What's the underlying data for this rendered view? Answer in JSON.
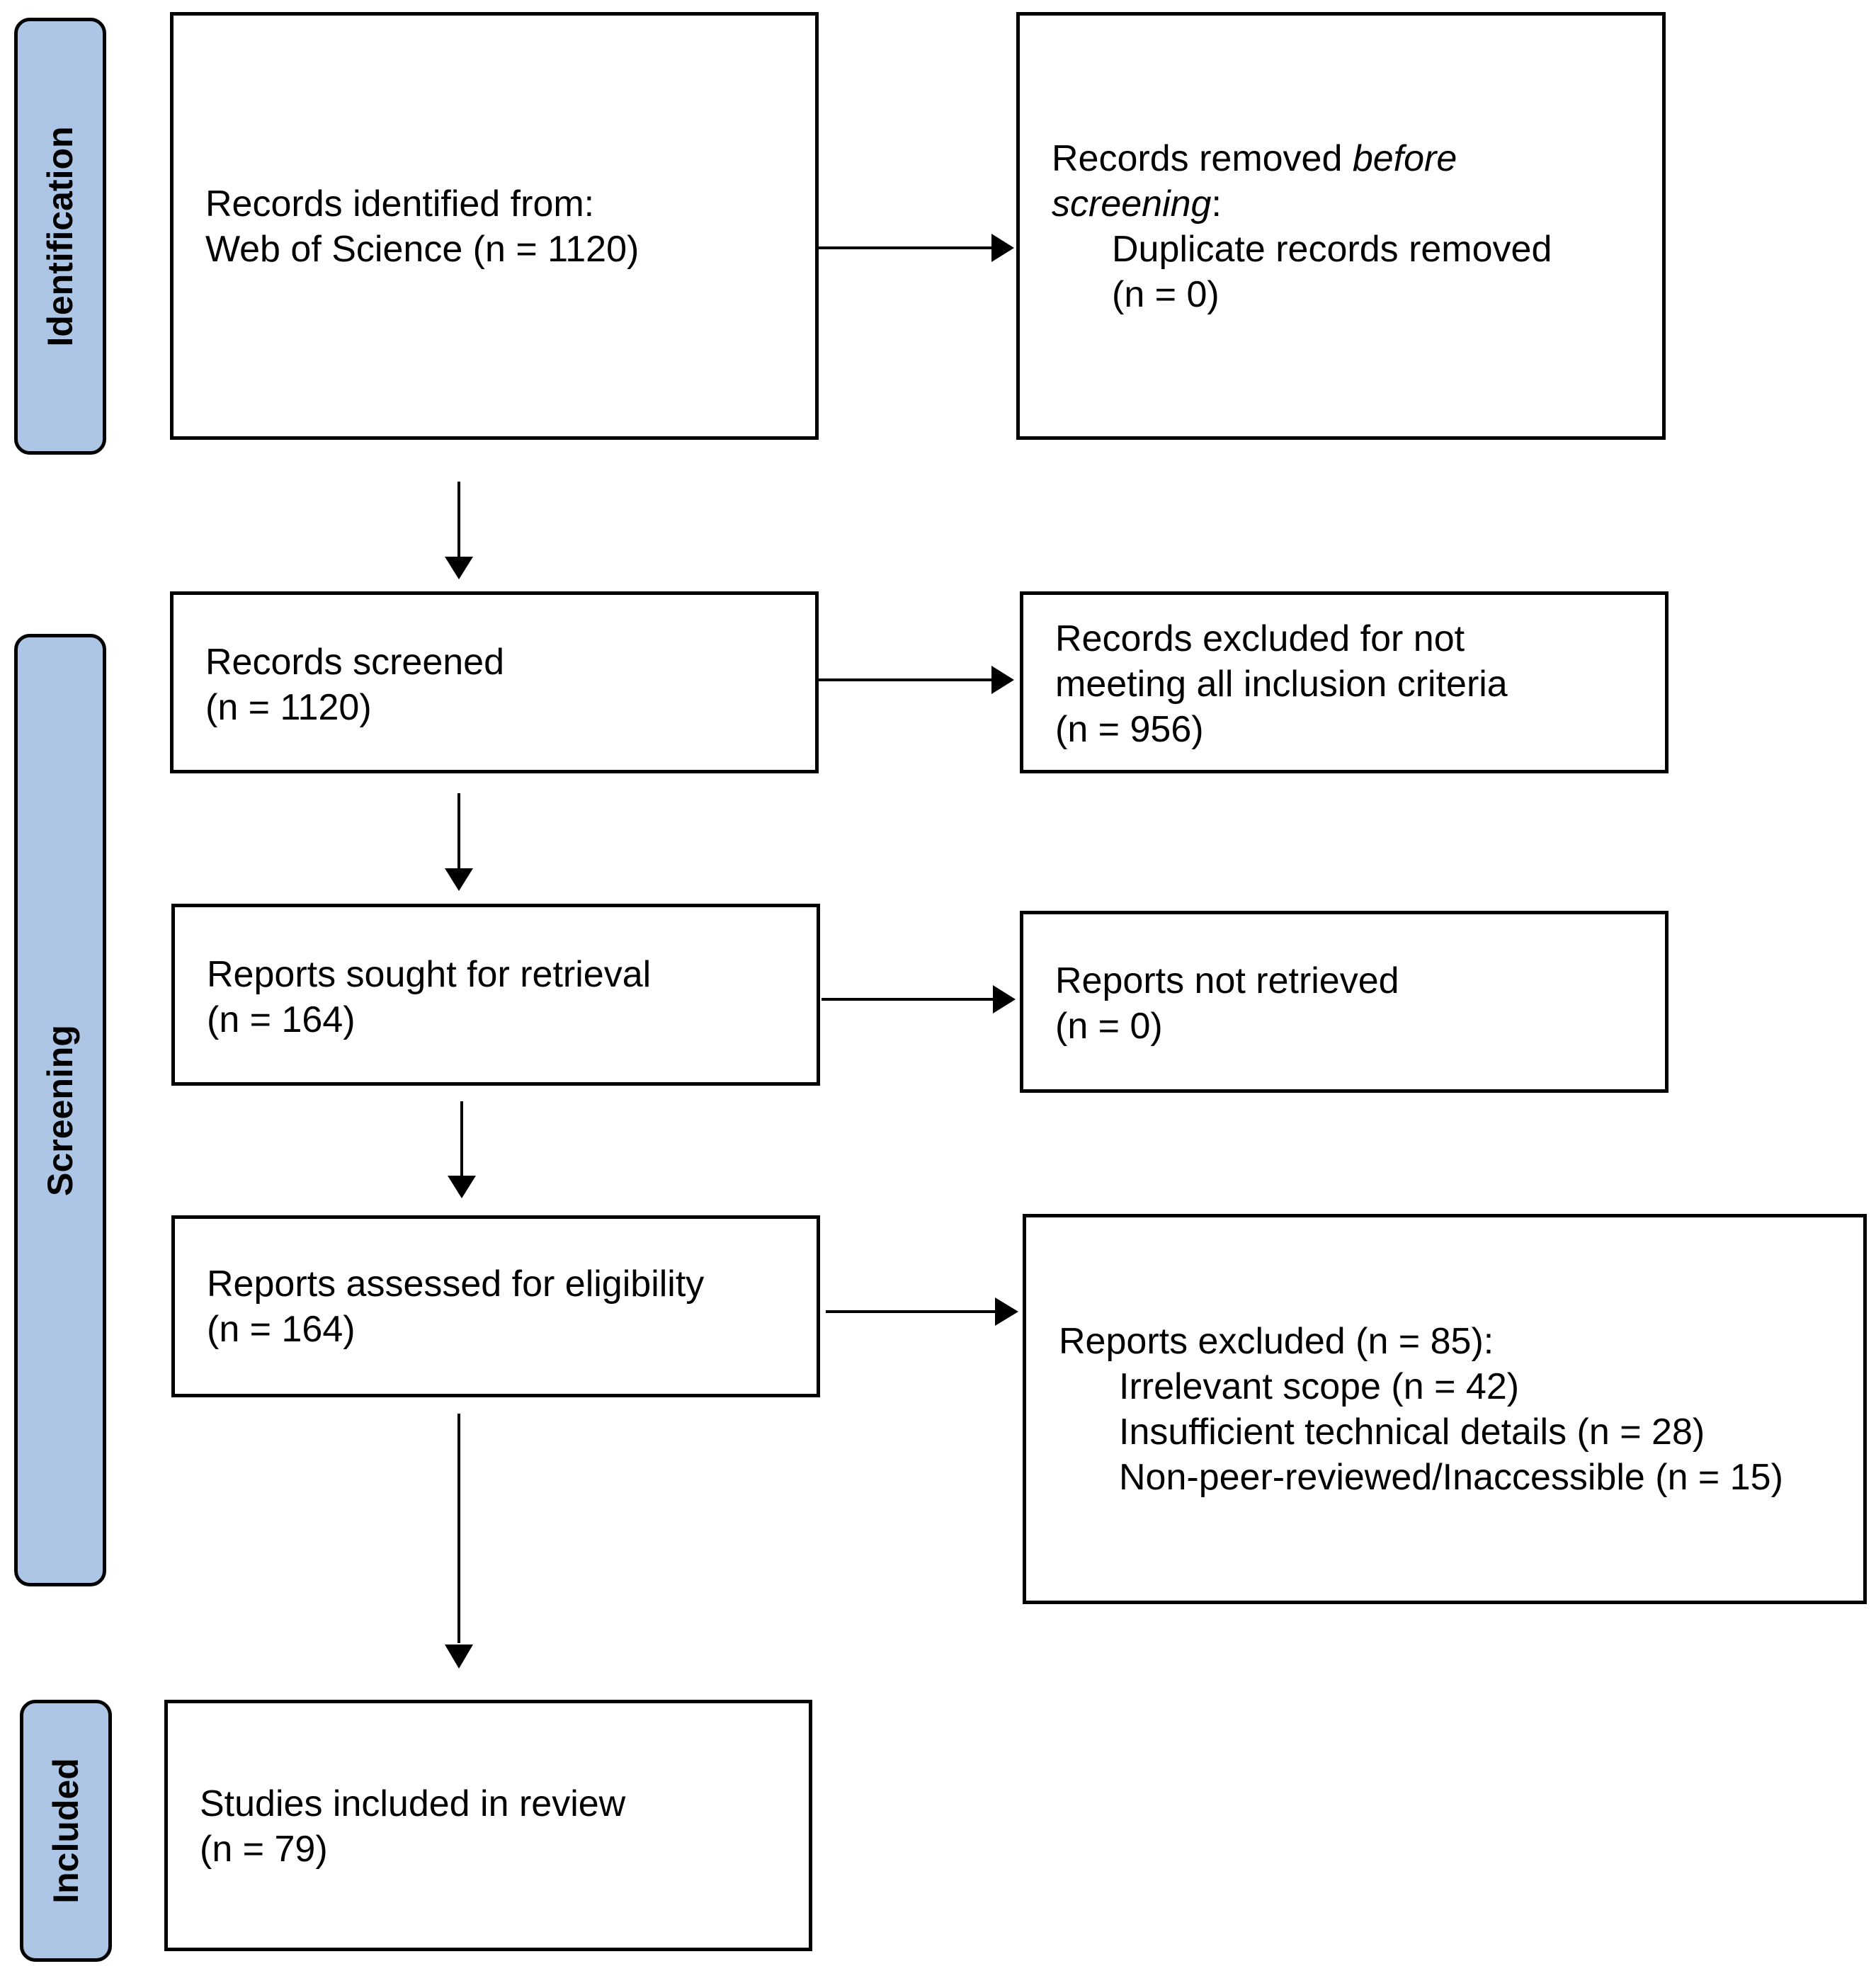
{
  "phases": {
    "identification": "Identification",
    "screening": "Screening",
    "included": "Included"
  },
  "boxes": {
    "identified": {
      "line1": "Records identified from:",
      "line2": "Web of Science (n = 1120)"
    },
    "removed": {
      "line1_pre": "Records removed ",
      "line1_em": "before",
      "line2_em": "screening",
      "line2_post": ":",
      "line3": "Duplicate records removed",
      "line4": "(n = 0)"
    },
    "screened": {
      "line1": "Records screened",
      "line2": "(n = 1120)"
    },
    "excluded_criteria": {
      "line1": "Records excluded for not",
      "line2": "meeting all inclusion criteria",
      "line3": "(n = 956)"
    },
    "sought": {
      "line1": "Reports sought for retrieval",
      "line2": "(n = 164)"
    },
    "not_retrieved": {
      "line1": "Reports not retrieved",
      "line2": "(n = 0)"
    },
    "assessed": {
      "line1": "Reports assessed for eligibility",
      "line2": "(n = 164)"
    },
    "reports_excluded": {
      "line1": "Reports excluded (n = 85):",
      "line2": "Irrelevant scope (n = 42)",
      "line3": "Insufficient technical details (n = 28)",
      "line4": "Non-peer-reviewed/Inaccessible (n = 15)"
    },
    "included": {
      "line1": "Studies included in review",
      "line2": "(n = 79)"
    }
  }
}
